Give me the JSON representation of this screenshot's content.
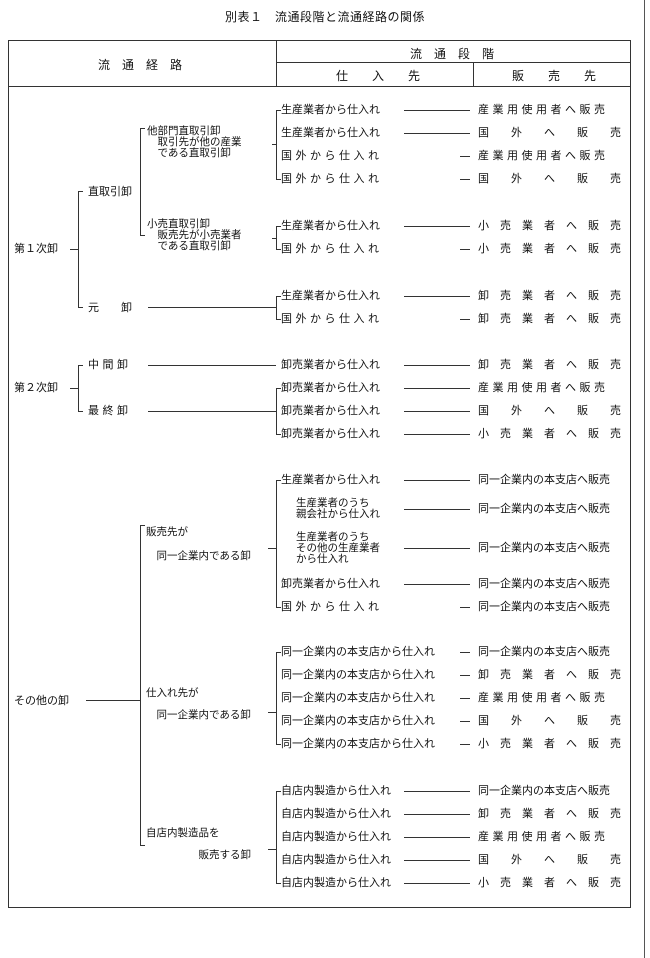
{
  "caption": "別表１　流通段階と流通経路の関係",
  "header": {
    "route": "流　通　経　路",
    "stage": "流　通　段　階",
    "source": "仕　　入　　先",
    "sales": "販　　売　　先"
  },
  "level1": {
    "first": "第１次卸",
    "second": "第２次卸",
    "other": "その他の卸"
  },
  "level2": {
    "direct": "直取引卸",
    "moto": "元　　卸",
    "chukan": "中 間 卸",
    "saishu": "最 終 卸",
    "dogitsu_hanbai": "販売先が\n　同一企業内である卸",
    "dogitsu_shiire": "仕入れ先が\n　同一企業内である卸",
    "jitennai": "自店内製造品を\n　　　　　販売する卸"
  },
  "level3": {
    "tabumon": "他部門直取引卸\n　取引先が他の産業\n　である直取引卸",
    "kouri": "小売直取引卸\n　販売先が小売業者\n　である直取引卸"
  },
  "rows": [
    {
      "src": "生産業者から仕入れ",
      "dst": "産 業 用 使 用 者 へ 販 売"
    },
    {
      "src": "生産業者から仕入れ",
      "dst": "国　　外　　へ　　販　　売"
    },
    {
      "src": "国 外 か ら 仕 入 れ",
      "dst": "産 業 用 使 用 者 へ 販 売"
    },
    {
      "src": "国 外 か ら 仕 入 れ",
      "dst": "国　　外　　へ　　販　　売"
    },
    {
      "src": "生産業者から仕入れ",
      "dst": "小　売　業　者　へ　販　売"
    },
    {
      "src": "国 外 か ら 仕 入 れ",
      "dst": "小　売　業　者　へ　販　売"
    },
    {
      "src": "生産業者から仕入れ",
      "dst": "卸　売　業　者　へ　販　売"
    },
    {
      "src": "国 外 か ら 仕 入 れ",
      "dst": "卸　売　業　者　へ　販　売"
    },
    {
      "src": "卸売業者から仕入れ",
      "dst": "卸　売　業　者　へ　販　売"
    },
    {
      "src": "卸売業者から仕入れ",
      "dst": "産 業 用 使 用 者 へ 販 売"
    },
    {
      "src": "卸売業者から仕入れ",
      "dst": "国　　外　　へ　　販　　売"
    },
    {
      "src": "卸売業者から仕入れ",
      "dst": "小　売　業　者　へ　販　売"
    },
    {
      "src": "生産業者から仕入れ",
      "dst": "同一企業内の本支店へ販売"
    },
    {
      "src": "生産業者のうち\n親会社から仕入れ",
      "dst": "同一企業内の本支店へ販売"
    },
    {
      "src": "生産業者のうち\nその他の生産業者\nから仕入れ",
      "dst": "同一企業内の本支店へ販売"
    },
    {
      "src": "卸売業者から仕入れ",
      "dst": "同一企業内の本支店へ販売"
    },
    {
      "src": "国 外 か ら 仕 入 れ",
      "dst": "同一企業内の本支店へ販売"
    },
    {
      "src": "同一企業内の本支店から仕入れ",
      "dst": "同一企業内の本支店へ販売"
    },
    {
      "src": "同一企業内の本支店から仕入れ",
      "dst": "卸　売　業　者　へ　販　売"
    },
    {
      "src": "同一企業内の本支店から仕入れ",
      "dst": "産 業 用 使 用 者 へ 販 売"
    },
    {
      "src": "同一企業内の本支店から仕入れ",
      "dst": "国　　外　　へ　　販　　売"
    },
    {
      "src": "同一企業内の本支店から仕入れ",
      "dst": "小　売　業　者　へ　販　売"
    },
    {
      "src": "自店内製造から仕入れ",
      "dst": "同一企業内の本支店へ販売"
    },
    {
      "src": "自店内製造から仕入れ",
      "dst": "卸　売　業　者　へ　販　売"
    },
    {
      "src": "自店内製造から仕入れ",
      "dst": "産 業 用 使 用 者 へ 販 売"
    },
    {
      "src": "自店内製造から仕入れ",
      "dst": "国　　外　　へ　　販　　売"
    },
    {
      "src": "自店内製造から仕入れ",
      "dst": "小　売　業　者　へ　販　売"
    }
  ]
}
